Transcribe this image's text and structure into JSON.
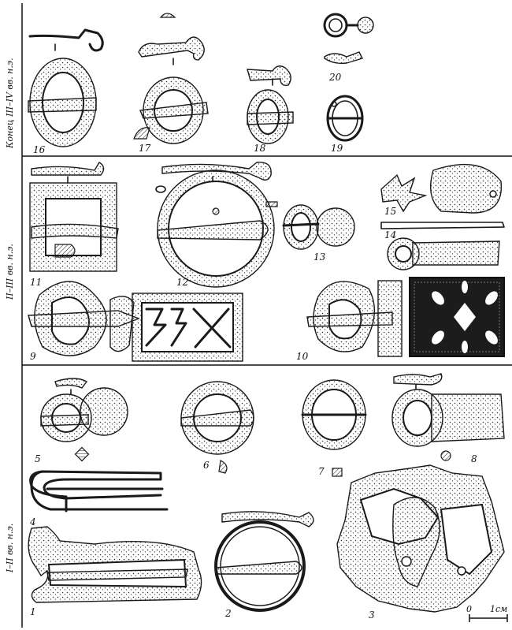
{
  "periods": {
    "top": "Конец III–IV вв. н.э.",
    "middle": "II–III вв. н.э.",
    "bottom": "I–II вв. н.э."
  },
  "figures": {
    "f16": "16",
    "f17": "17",
    "f18": "18",
    "f19": "19",
    "f20": "20",
    "f11": "11",
    "f12": "12",
    "f13": "13",
    "f14": "14",
    "f15": "15",
    "f9": "9",
    "f10": "10",
    "f5": "5",
    "f6": "6",
    "f7": "7",
    "f8": "8",
    "f4": "4",
    "f1": "1",
    "f2": "2",
    "f3": "3"
  },
  "scale": {
    "zero": "0",
    "unit": "1см"
  },
  "colors": {
    "ink": "#1a1a1a",
    "paper": "#ffffff"
  }
}
